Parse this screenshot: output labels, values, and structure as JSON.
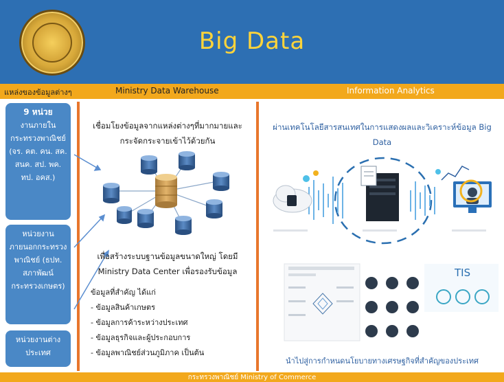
{
  "header": {
    "title": "Big Data",
    "logo_icon": "ministry-seal-logo"
  },
  "bar": {
    "sources_label": "แหล่งของข้อมูลต่างๆ",
    "warehouse_label": "Ministry Data Warehouse",
    "analytics_label": "Information Analytics"
  },
  "sources": [
    {
      "lead": "9 หน่วย",
      "text": "งานภายในกระทรวงพาณิชย์ (จร. คต. คน. สค. สนค. สป. พค. ทป. อคส.)"
    },
    {
      "lead": "หน่วยงาน",
      "text": "ภายนอกกระทรวงพาณิชย์ (ธปท. สภาพัฒน์ กระทรวงเกษตร)"
    },
    {
      "lead": "หน่วยงานต่าง",
      "text": "ประเทศ"
    }
  ],
  "middle": {
    "intro": "เชื่อมโยงข้อมูลจากแหล่งต่างๆที่มากมายและกระจัดกระจายเข้าไว้ด้วยกัน",
    "purpose": "เพื่อสร้างระบบฐานข้อมูลขนาดใหญ่ โดยมี Ministry Data Center เพื่อรองรับข้อมูล",
    "list_title": "ข้อมูลที่สำคัญ ได้แก่",
    "list_items": [
      "- ข้อมูลสินค้าเกษตร",
      "- ข้อมูลการค้าระหว่างประเทศ",
      "- ข้อมูลธุรกิจและผู้ประกอบการ",
      "- ข้อมูลพาณิชย์ส่วนภูมิภาค เป็นต้น"
    ],
    "db_icon": "database-cluster-icon"
  },
  "right": {
    "intro": "ผ่านเทคโนโลยีสารสนเทศในการแสดงผลและวิเคราะห์ข้อมูล Big Data",
    "conclusion": "นำไปสู่การกำหนดนโยบายทางเศรษฐกิจที่สำคัญของประเทศ",
    "tis_label": "TIS",
    "analytics_icon": "data-flow-icon"
  },
  "footer": {
    "text": "กระทรวงพาณิชย์  Ministry of Commerce"
  },
  "colors": {
    "header_blue": "#2d6fb3",
    "accent_orange": "#f2a81c",
    "title_yellow": "#ffd43a",
    "box_blue": "#4a88c6",
    "divider_orange": "#e8762c"
  }
}
